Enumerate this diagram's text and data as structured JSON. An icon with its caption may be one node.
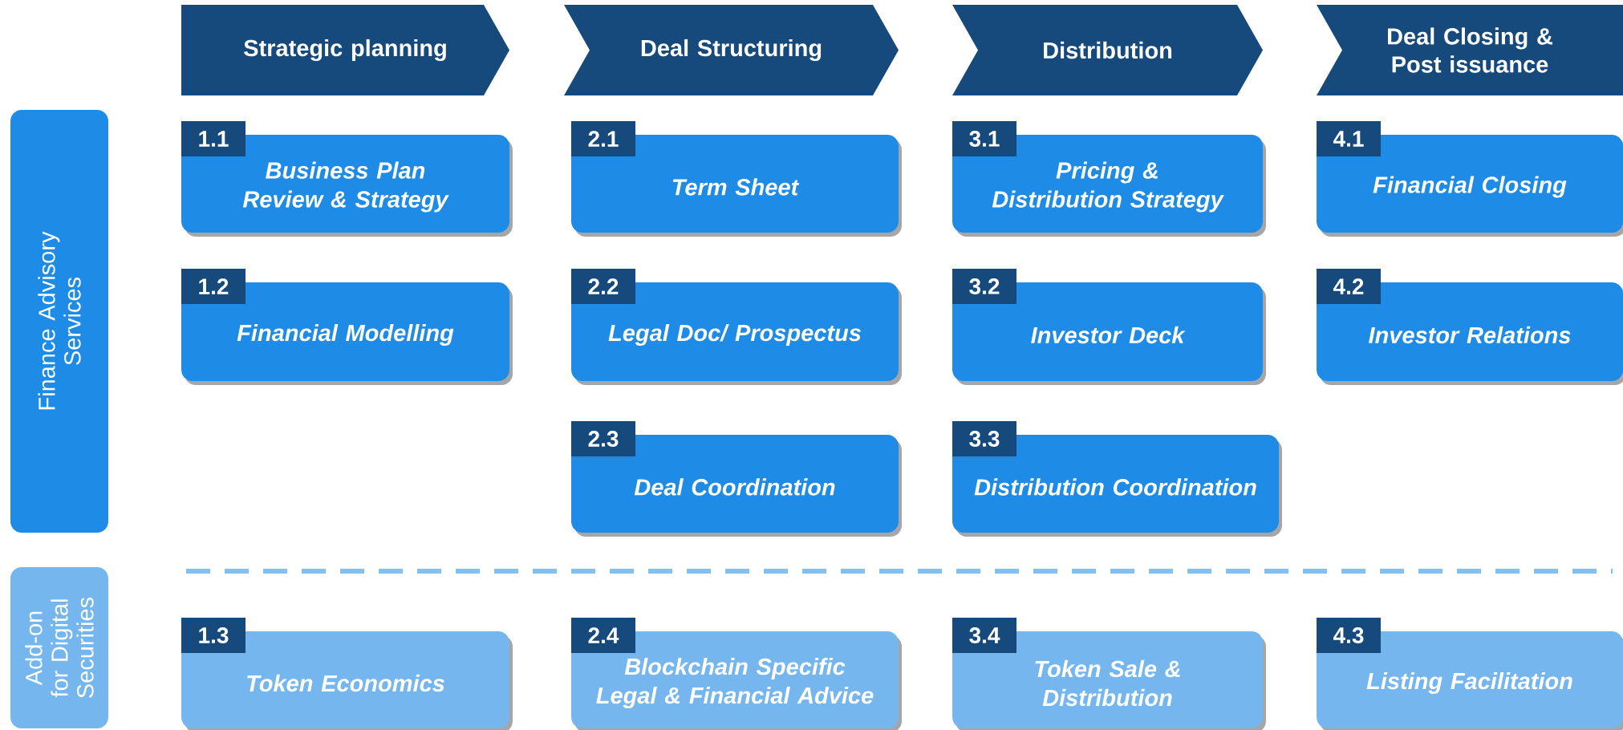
{
  "diagram": {
    "nodes": [
      {
        "text": [
          "Strategic planning"
        ]
      },
      {
        "text": [
          "Deal Structuring"
        ]
      },
      {
        "text": [
          "Distribution"
        ]
      },
      {
        "text": [
          "Deal Closing & Post issuance"
        ]
      },
      {
        "text": [
          "Finance Advisory Services"
        ]
      },
      {
        "text": [
          "1.1",
          "Business Plan Review & Strategy"
        ]
      },
      {
        "text": [
          "2.1",
          "Term Sheet"
        ]
      },
      {
        "text": [
          "3.1",
          "Pricing & Distribution Strategy"
        ]
      },
      {
        "text": [
          "4.1",
          "Financial Closing"
        ]
      },
      {
        "text": [
          "1.2",
          "Financial Modelling"
        ]
      },
      {
        "text": [
          "2.2",
          "Legal Doc/ Prospectus"
        ]
      },
      {
        "text": [
          "3.2",
          "Investor Deck"
        ]
      },
      {
        "text": [
          "4.2",
          "Investor Relations"
        ]
      },
      {
        "text": [
          "2.3",
          "Deal Coordination"
        ]
      },
      {
        "text": [
          "3.3",
          "Distribution Coordination"
        ]
      },
      {
        "text": [
          "Add-on for Digital Securities"
        ]
      },
      {
        "text": [
          "1.3",
          "Token Economics"
        ]
      },
      {
        "text": [
          "2.4",
          "Blockchain Specific Legal & Financial Advice"
        ]
      },
      {
        "text": [
          "3.4",
          "Token Sale & Distribution"
        ]
      },
      {
        "text": [
          "4.3",
          "Listing Facilitation"
        ]
      }
    ]
  }
}
